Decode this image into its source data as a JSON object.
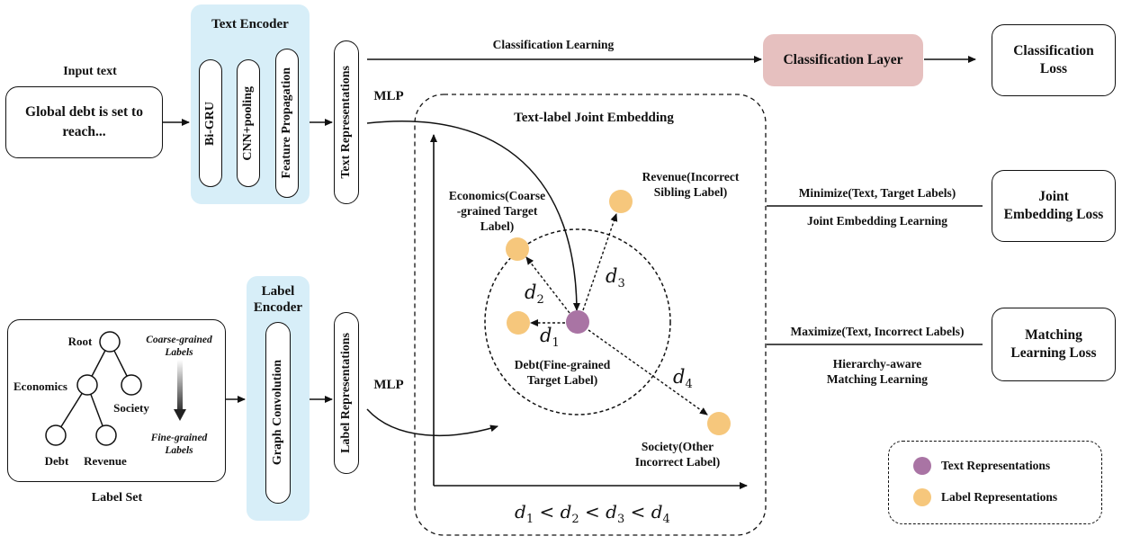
{
  "input": {
    "heading": "Input text",
    "text": "Global debt is set to reach..."
  },
  "text_encoder": {
    "title": "Text Encoder",
    "layers": [
      "Bi-GRU",
      "CNN+pooling",
      "Feature Propagation"
    ]
  },
  "text_repr": "Text Representations",
  "label_encoder": {
    "title_line1": "Label",
    "title_line2": "Encoder",
    "layer": "Graph Convolution"
  },
  "label_repr": "Label Representations",
  "mlp_top": "MLP",
  "mlp_bottom": "MLP",
  "classification_learning": "Classification Learning",
  "classification_layer": "Classification Layer",
  "classification_loss": {
    "line1": "Classification",
    "line2": "Loss"
  },
  "joint": {
    "title": "Text-label Joint Embedding",
    "economics": [
      "Economics(Coarse",
      "-grained Target",
      "Label)"
    ],
    "revenue": [
      "Revenue(Incorrect",
      "Sibling Label)"
    ],
    "debt": [
      "Debt(Fine-grained",
      "Target Label)"
    ],
    "society": [
      "Society(Other",
      "Incorrect Label)"
    ],
    "inequality": "d1 < d2 < d3 < d4"
  },
  "joint_loss": {
    "line1": "Joint",
    "line2": "Embedding Loss"
  },
  "minimize": "Minimize(Text, Target Labels)",
  "joint_learning": "Joint Embedding Learning",
  "maximize": "Maximize(Text, Incorrect Labels)",
  "hier_learning": {
    "line1": "Hierarchy-aware",
    "line2": "Matching Learning"
  },
  "matching_loss": {
    "line1": "Matching",
    "line2": "Learning Loss"
  },
  "label_set": {
    "caption": "Label Set",
    "nodes": {
      "root": "Root",
      "economics": "Economics",
      "society": "Society",
      "debt": "Debt",
      "revenue": "Revenue"
    },
    "coarse": [
      "Coarse-grained",
      "Labels"
    ],
    "fine": [
      "Fine-grained",
      "Labels"
    ]
  },
  "legend": {
    "text": "Text Representations",
    "label": "Label Representations"
  },
  "colors": {
    "panel": "#d7eef8",
    "class_layer": "#e6c0bf",
    "text_point": "#a974a4",
    "label_point": "#f6c77c"
  }
}
